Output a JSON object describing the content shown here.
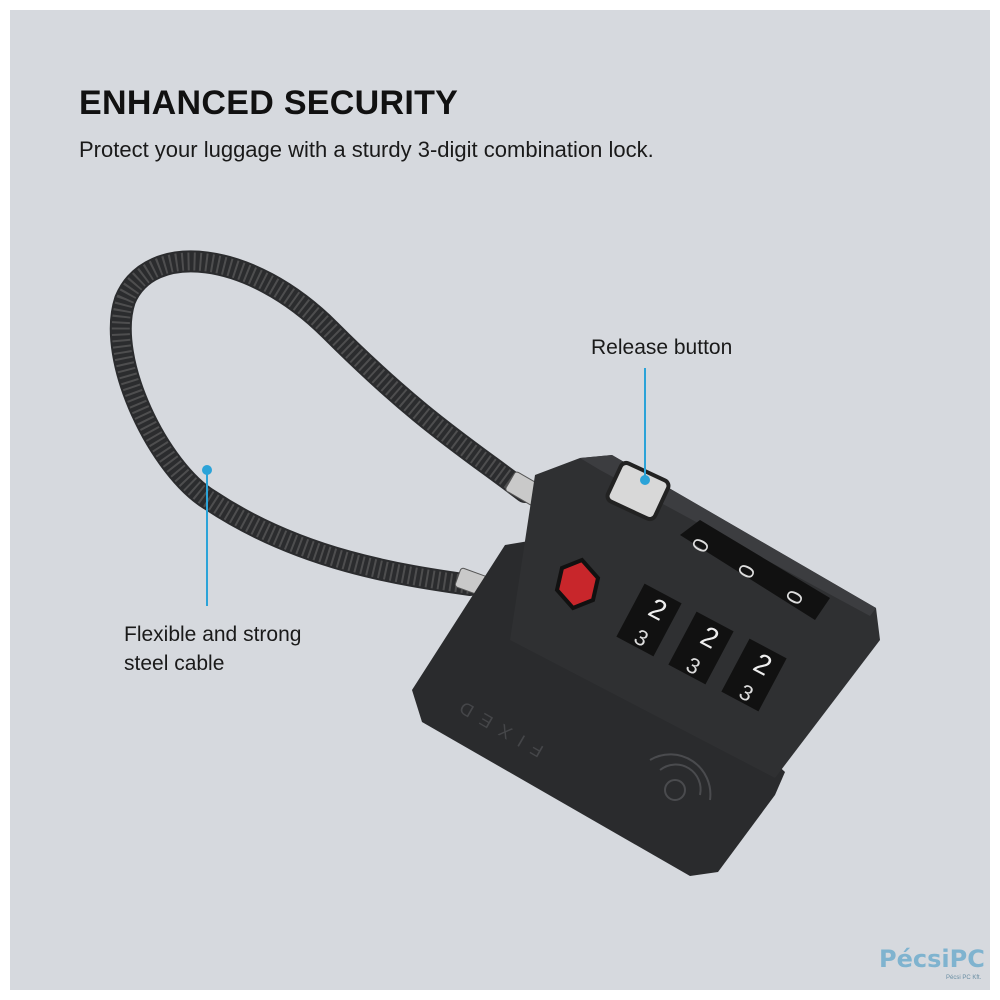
{
  "heading": {
    "title": "ENHANCED SECURITY",
    "subtitle": "Protect your luggage with a sturdy 3-digit combination lock."
  },
  "callouts": {
    "release_button": "Release button",
    "cable_line1": "Flexible and strong",
    "cable_line2": "steel cable"
  },
  "product": {
    "brand": "FIXED",
    "dials_top": [
      "0",
      "0",
      "0"
    ],
    "dials_mid": [
      "2",
      "2",
      "2"
    ],
    "dials_low": [
      "3",
      "3",
      "3"
    ]
  },
  "watermark": {
    "name": "PécsiPC",
    "sub": "Pécsi PC Kft."
  },
  "colors": {
    "background": "#d6d9de",
    "accent": "#2ba3d8",
    "lock": "#2a2b2d",
    "tsa": "#c8262b"
  }
}
